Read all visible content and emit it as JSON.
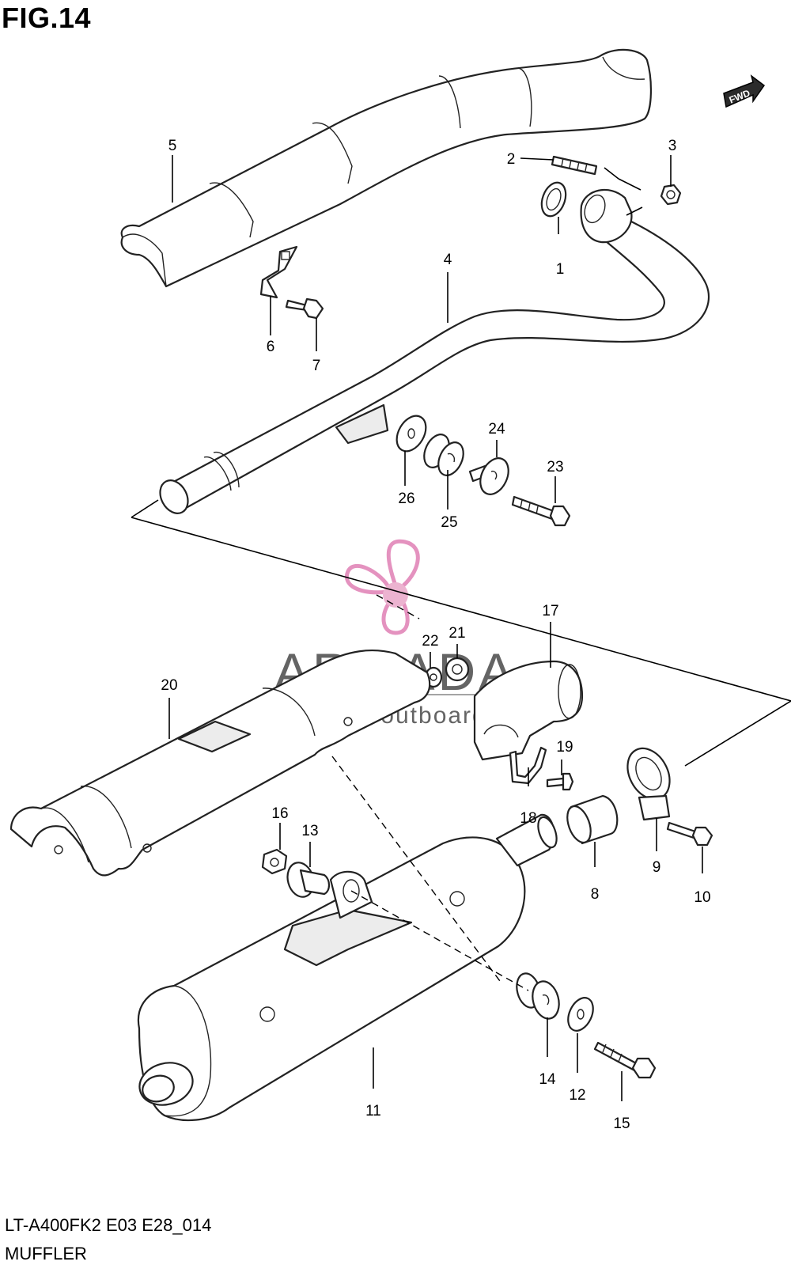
{
  "figure": {
    "title": "FIG.14",
    "model_code": "LT-A400FK2 E03 E28_014",
    "section_name": "MUFFLER"
  },
  "fwd_badge": "FWD",
  "watermark": {
    "brand": "ARMADA",
    "tagline": "marine outboards",
    "logo_color": "#e9a6c8"
  },
  "callouts": {
    "p1": "1",
    "p2": "2",
    "p3": "3",
    "p4": "4",
    "p5": "5",
    "p6": "6",
    "p7": "7",
    "p8": "8",
    "p9": "9",
    "p10": "10",
    "p11": "11",
    "p12": "12",
    "p13": "13",
    "p14": "14",
    "p15": "15",
    "p16": "16",
    "p17": "17",
    "p18": "18",
    "p19": "19",
    "p20": "20",
    "p21": "21",
    "p22": "22",
    "p23": "23",
    "p24": "24",
    "p25": "25",
    "p26": "26"
  }
}
